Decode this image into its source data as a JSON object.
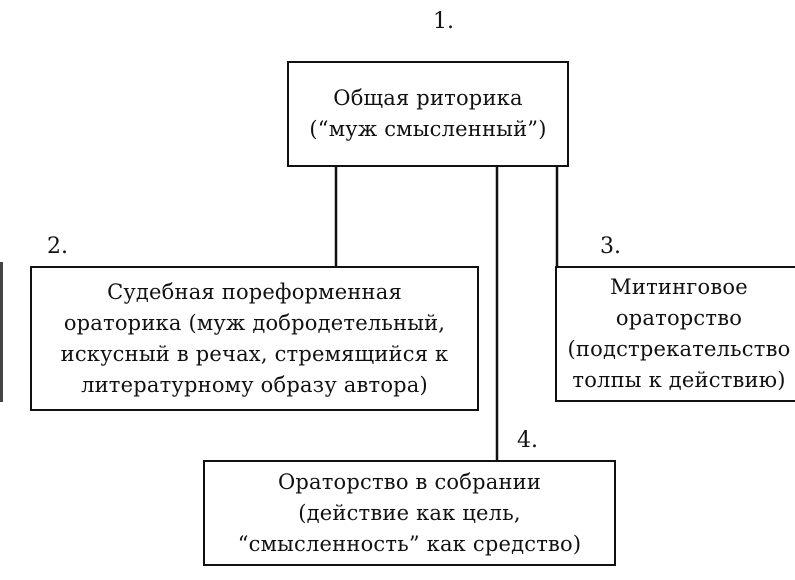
{
  "nodes": [
    {
      "number": "1.",
      "lines": [
        "Общая риторика",
        "(“муж смысленный”)"
      ]
    },
    {
      "number": "2.",
      "lines": [
        "Судебная пореформенная",
        "ораторика (муж добродетельный,",
        "искусный в речах, стремящийся к",
        "литературному образу автора)"
      ]
    },
    {
      "number": "3.",
      "lines": [
        "Митинговое",
        "ораторство",
        "(подстрекательство",
        "толпы к действию)"
      ]
    },
    {
      "number": "4.",
      "lines": [
        "Ораторство в собрании",
        "(действие как цель,",
        "“смысленность” как средство)"
      ]
    }
  ],
  "edges": [
    {
      "from": "1.",
      "to": "2."
    },
    {
      "from": "1.",
      "to": "3."
    },
    {
      "from": "1.",
      "to": "4."
    }
  ]
}
